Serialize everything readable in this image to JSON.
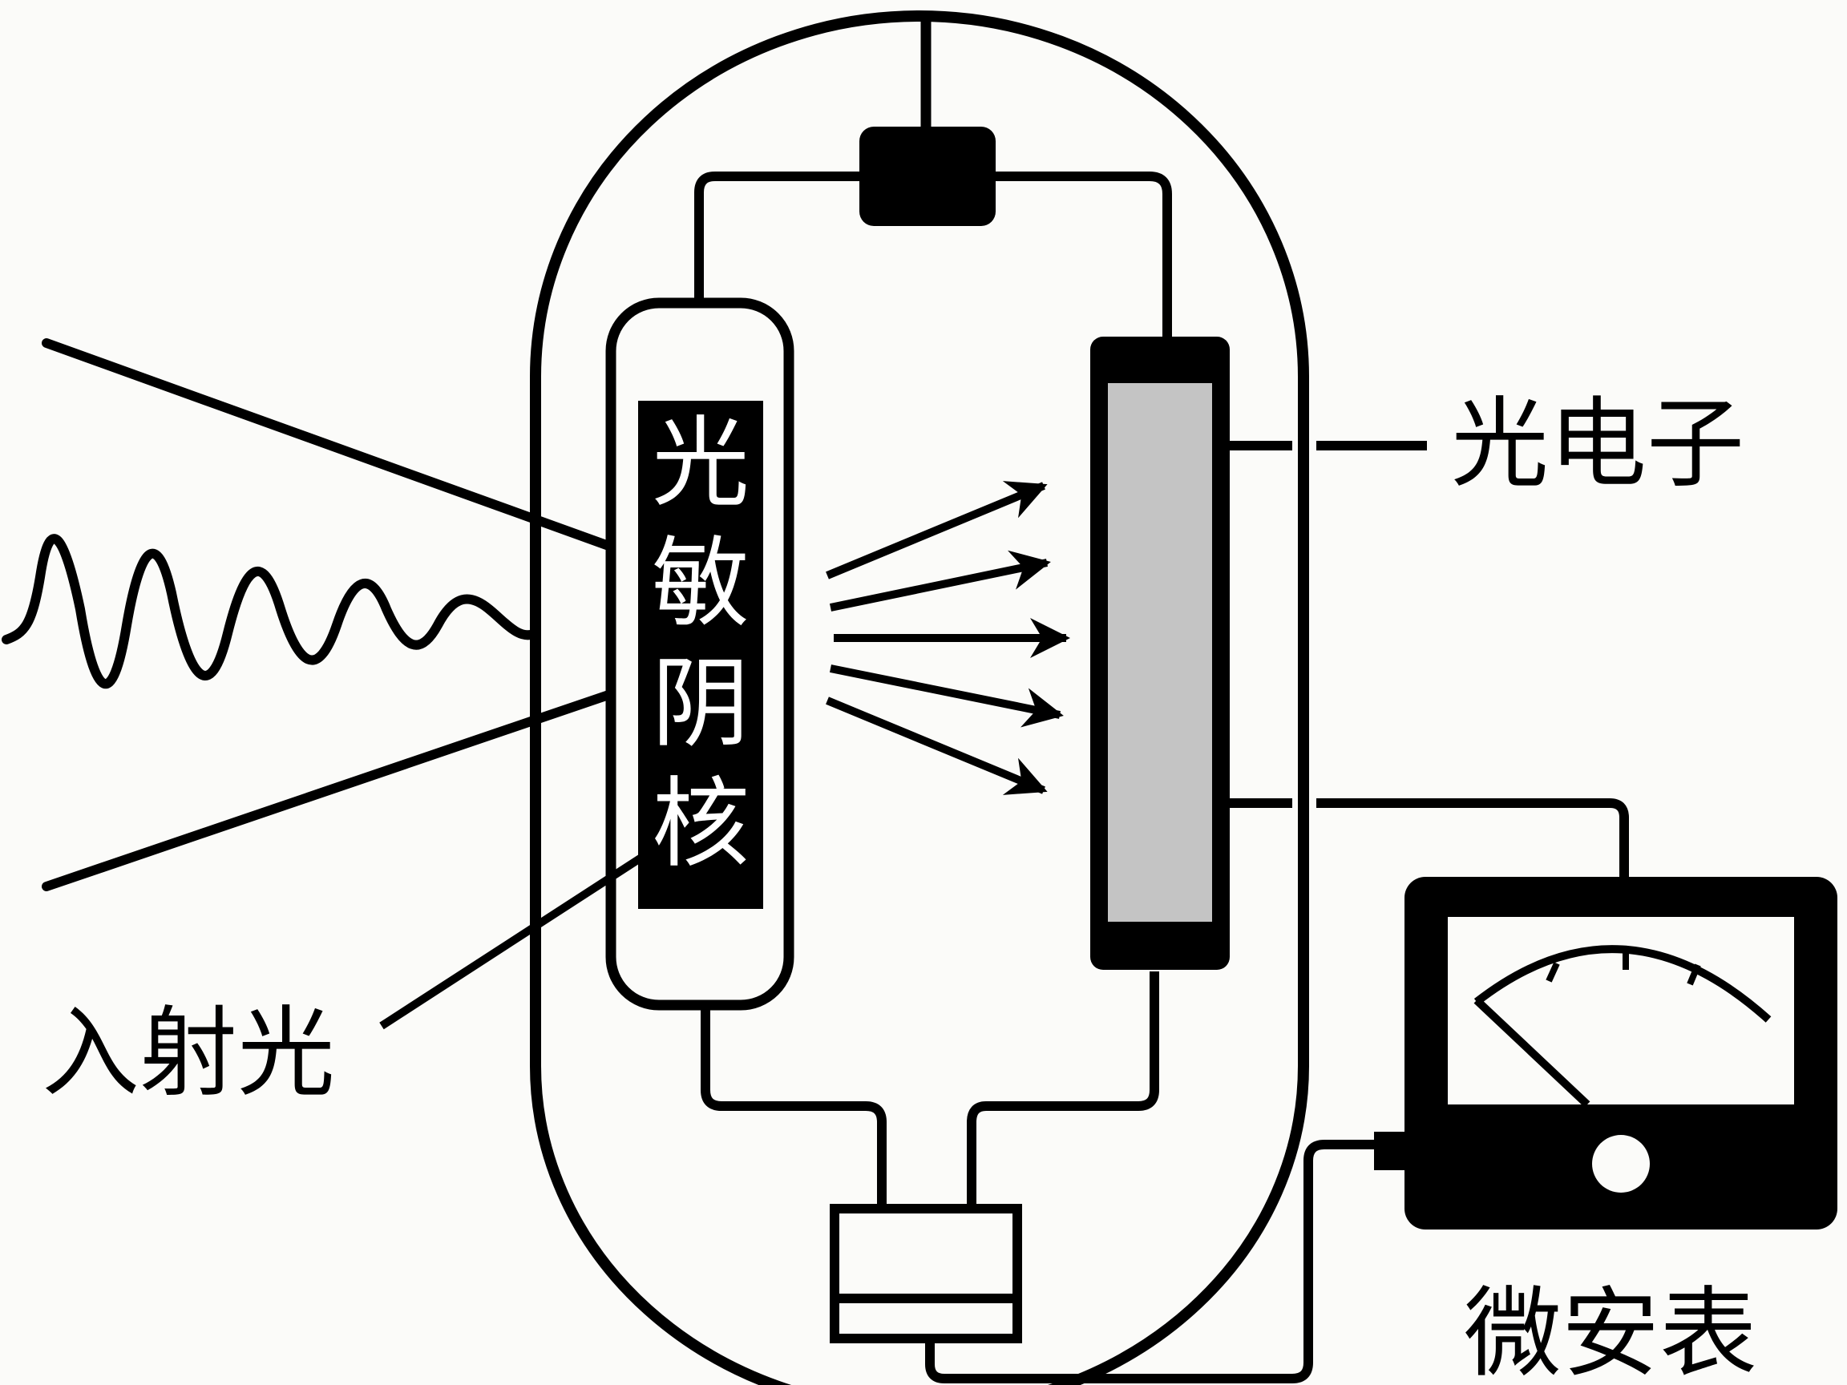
{
  "labels": {
    "cathode": [
      "光",
      "敏",
      "阴",
      "核"
    ],
    "photoelectron": "光电子",
    "incident_light": "入射光",
    "microammeter": "微安表"
  },
  "colors": {
    "background": "#fbfbf9",
    "line": "#000000",
    "anode_fill": "#c4c4c4",
    "cathode_label_bg": "#000000",
    "cathode_label_text": "#ffffff"
  },
  "components": {
    "cathode": "photosensitive-cathode",
    "anode": "anode-plate",
    "meter": "microammeter",
    "light": "incident-light-wave",
    "electrons": "photoelectron-arrows"
  }
}
